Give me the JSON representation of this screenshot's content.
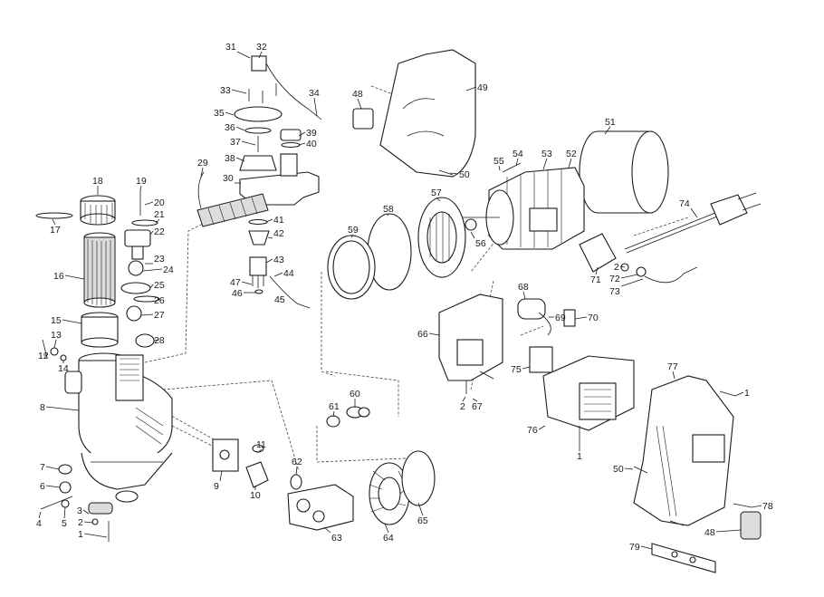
{
  "diagram": {
    "callouts": [
      {
        "id": "c31",
        "text": "31"
      },
      {
        "id": "c32",
        "text": "32"
      },
      {
        "id": "c33",
        "text": "33"
      },
      {
        "id": "c34",
        "text": "34"
      },
      {
        "id": "c35",
        "text": "35"
      },
      {
        "id": "c36",
        "text": "36"
      },
      {
        "id": "c37",
        "text": "37"
      },
      {
        "id": "c38",
        "text": "38"
      },
      {
        "id": "c39",
        "text": "39"
      },
      {
        "id": "c40",
        "text": "40"
      },
      {
        "id": "c29",
        "text": "29"
      },
      {
        "id": "c30",
        "text": "30"
      },
      {
        "id": "c41",
        "text": "41"
      },
      {
        "id": "c42",
        "text": "42"
      },
      {
        "id": "c43",
        "text": "43"
      },
      {
        "id": "c44",
        "text": "44"
      },
      {
        "id": "c45",
        "text": "45"
      },
      {
        "id": "c46",
        "text": "46"
      },
      {
        "id": "c47",
        "text": "47"
      },
      {
        "id": "c18",
        "text": "18"
      },
      {
        "id": "c19",
        "text": "19"
      },
      {
        "id": "c20",
        "text": "20"
      },
      {
        "id": "c21",
        "text": "21"
      },
      {
        "id": "c22",
        "text": "22"
      },
      {
        "id": "c17",
        "text": "17"
      },
      {
        "id": "c16",
        "text": "16"
      },
      {
        "id": "c23",
        "text": "23"
      },
      {
        "id": "c24",
        "text": "24"
      },
      {
        "id": "c25",
        "text": "25"
      },
      {
        "id": "c26",
        "text": "26"
      },
      {
        "id": "c27",
        "text": "27"
      },
      {
        "id": "c15",
        "text": "15"
      },
      {
        "id": "c28",
        "text": "28"
      },
      {
        "id": "c13",
        "text": "13"
      },
      {
        "id": "c12",
        "text": "12"
      },
      {
        "id": "c14",
        "text": "14"
      },
      {
        "id": "c8",
        "text": "8"
      },
      {
        "id": "c7",
        "text": "7"
      },
      {
        "id": "c6",
        "text": "6"
      },
      {
        "id": "c4",
        "text": "4"
      },
      {
        "id": "c5",
        "text": "5"
      },
      {
        "id": "c3",
        "text": "3"
      },
      {
        "id": "c2a",
        "text": "2"
      },
      {
        "id": "c1a",
        "text": "1"
      },
      {
        "id": "c9",
        "text": "9"
      },
      {
        "id": "c10",
        "text": "10"
      },
      {
        "id": "c11",
        "text": "11"
      },
      {
        "id": "c48a",
        "text": "48"
      },
      {
        "id": "c49",
        "text": "49"
      },
      {
        "id": "c50a",
        "text": "50"
      },
      {
        "id": "c51",
        "text": "51"
      },
      {
        "id": "c52",
        "text": "52"
      },
      {
        "id": "c53",
        "text": "53"
      },
      {
        "id": "c54",
        "text": "54"
      },
      {
        "id": "c55",
        "text": "55"
      },
      {
        "id": "c57",
        "text": "57"
      },
      {
        "id": "c56",
        "text": "56"
      },
      {
        "id": "c58",
        "text": "58"
      },
      {
        "id": "c59",
        "text": "59"
      },
      {
        "id": "c74",
        "text": "74"
      },
      {
        "id": "c2b",
        "text": "2"
      },
      {
        "id": "c72",
        "text": "72"
      },
      {
        "id": "c73",
        "text": "73"
      },
      {
        "id": "c71",
        "text": "71"
      },
      {
        "id": "c68",
        "text": "68"
      },
      {
        "id": "c69",
        "text": "69"
      },
      {
        "id": "c70",
        "text": "70"
      },
      {
        "id": "c66",
        "text": "66"
      },
      {
        "id": "c75",
        "text": "75"
      },
      {
        "id": "c2c",
        "text": "2"
      },
      {
        "id": "c67",
        "text": "67"
      },
      {
        "id": "c76",
        "text": "76"
      },
      {
        "id": "c1b",
        "text": "1"
      },
      {
        "id": "c77",
        "text": "77"
      },
      {
        "id": "c1c",
        "text": "1"
      },
      {
        "id": "c50b",
        "text": "50"
      },
      {
        "id": "c78",
        "text": "78"
      },
      {
        "id": "c48b",
        "text": "48"
      },
      {
        "id": "c79",
        "text": "79"
      },
      {
        "id": "c61",
        "text": "61"
      },
      {
        "id": "c60",
        "text": "60"
      },
      {
        "id": "c62",
        "text": "62"
      },
      {
        "id": "c63",
        "text": "63"
      },
      {
        "id": "c64",
        "text": "64"
      },
      {
        "id": "c65",
        "text": "65"
      }
    ]
  }
}
